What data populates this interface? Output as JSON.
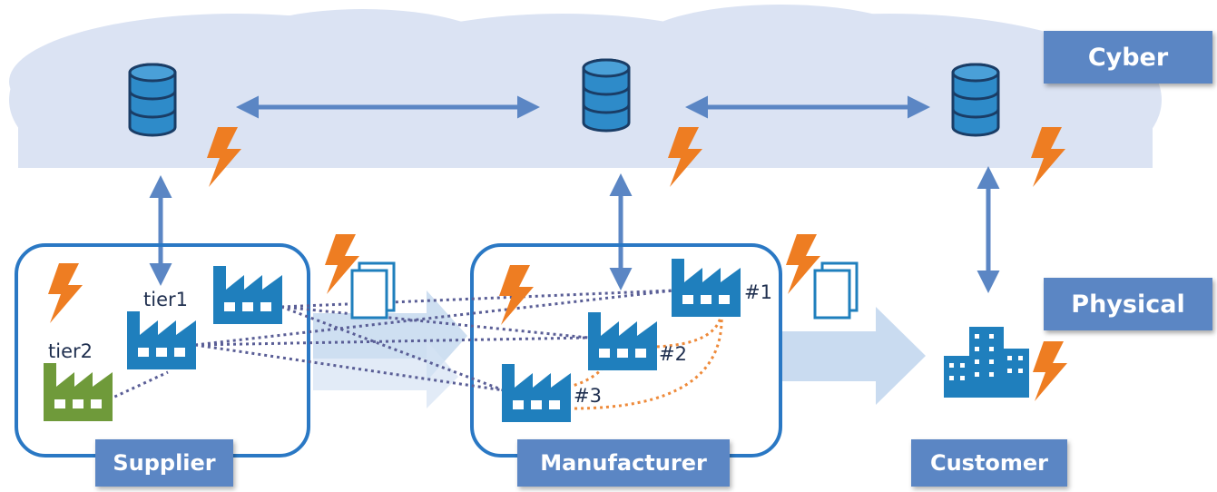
{
  "layers": {
    "cyber": "Cyber",
    "physical": "Physical"
  },
  "entities": {
    "supplier": "Supplier",
    "manufacturer": "Manufacturer",
    "customer": "Customer"
  },
  "tiers": {
    "tier1": "tier1",
    "tier2": "tier2"
  },
  "factory_labels": {
    "f1": "#1",
    "f2": "#2",
    "f3": "#3"
  },
  "colors": {
    "cloud": "#dbe3f3",
    "arrow": "#5b86c4",
    "database": "#2e8bc9",
    "factory": "#1f7fbd",
    "tier2_factory": "#6f9a3a",
    "lightning": "#ee7d22",
    "flow": "#c9dbf0",
    "box_border": "#2a78c4",
    "dotted_link": "#5a5e96",
    "orange_link": "#ee8a3a"
  },
  "icons": [
    "database-icon",
    "lightning-icon",
    "factory-icon",
    "document-icon",
    "building-icon"
  ]
}
